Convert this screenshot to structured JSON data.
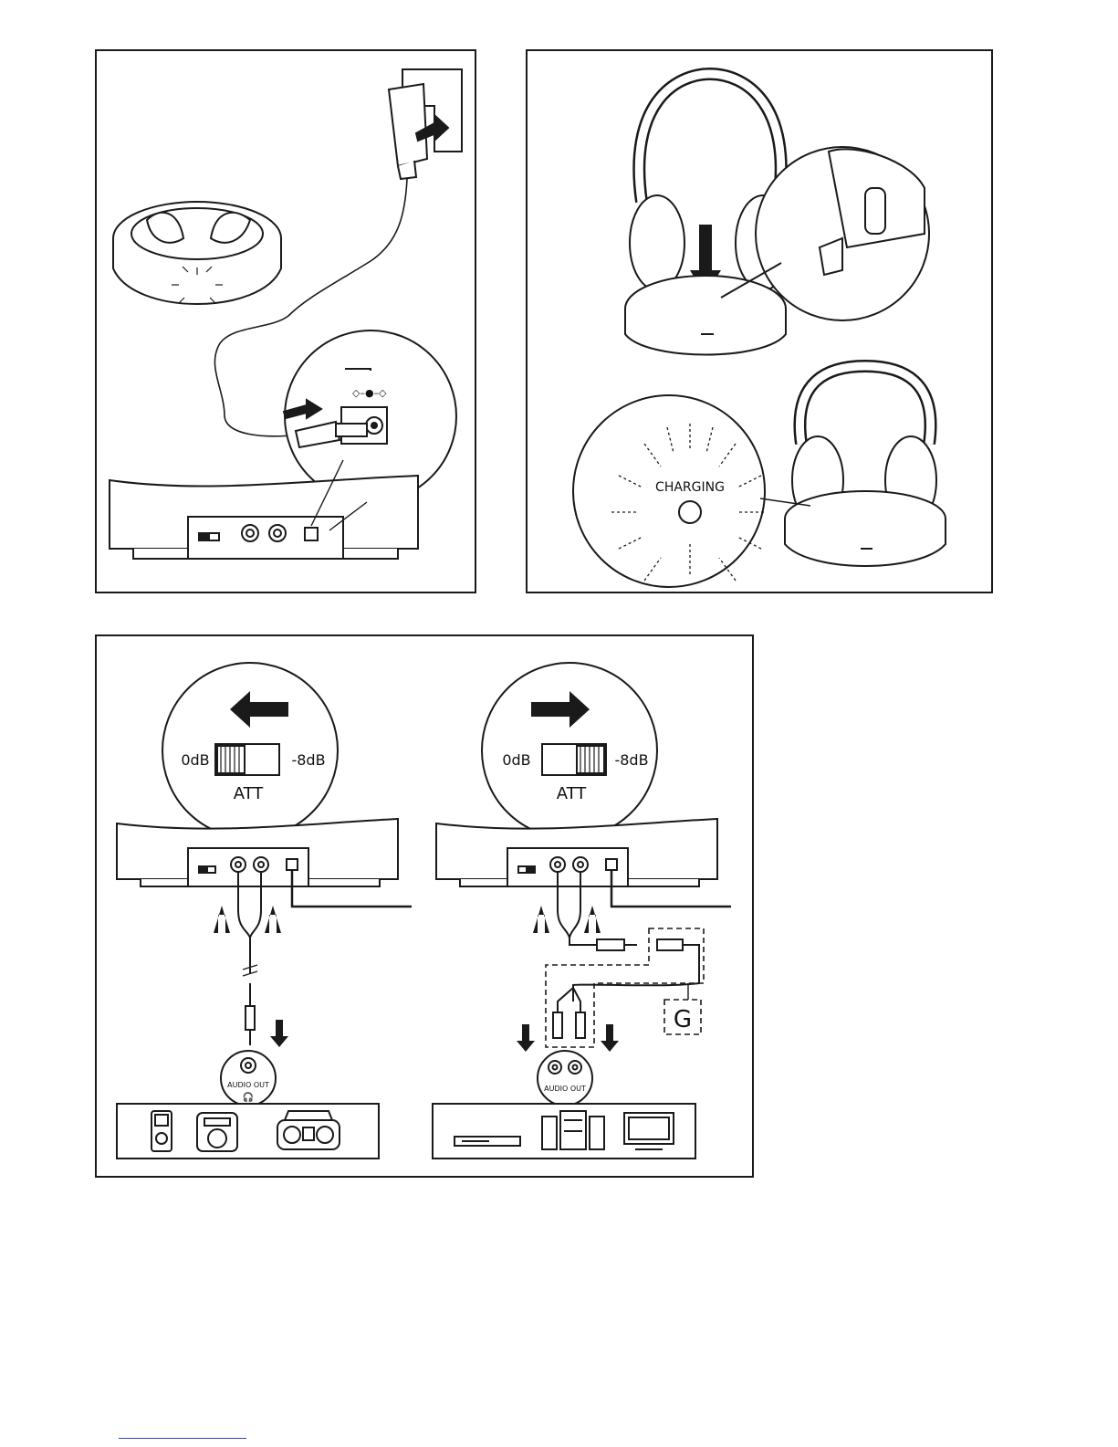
{
  "panel2": {
    "charging_label": "CHARGING"
  },
  "panel3": {
    "att_left": {
      "left_label": "0dB",
      "right_label": "-8dB",
      "att_label": "ATT"
    },
    "att_right": {
      "left_label": "0dB",
      "right_label": "-8dB",
      "att_label": "ATT"
    },
    "audio_out_left": "AUDIO OUT",
    "audio_out_right": "AUDIO OUT",
    "cable_tag": "G"
  },
  "colors": {
    "line": "#1a1a1a",
    "link": "#3344cc"
  },
  "icons": [
    "wall-adapter-icon",
    "dc-plug-icon",
    "headphones-icon",
    "mp3-player-icon",
    "cd-player-icon",
    "boombox-icon",
    "dvd-player-icon",
    "hifi-stereo-icon",
    "tv-icon"
  ]
}
